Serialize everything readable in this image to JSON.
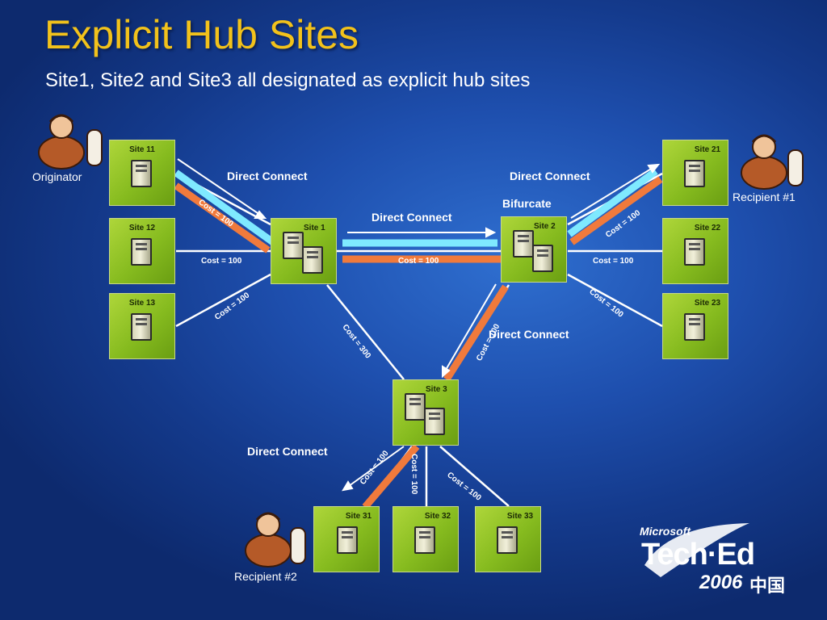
{
  "title": "Explicit Hub Sites",
  "subtitle": "Site1, Site2 and Site3 all designated as explicit hub sites",
  "sites": {
    "s11": "Site 11",
    "s12": "Site 12",
    "s13": "Site 13",
    "s1": "Site 1",
    "s2": "Site 2",
    "s3": "Site 3",
    "s21": "Site 21",
    "s22": "Site 22",
    "s23": "Site 23",
    "s31": "Site 31",
    "s32": "Site 32",
    "s33": "Site 33"
  },
  "people": {
    "originator": "Originator",
    "recipient1": "Recipient #1",
    "recipient2": "Recipient #2"
  },
  "labels": {
    "dc_left": "Direct Connect",
    "dc_right": "Direct Connect",
    "dc_center": "Direct Connect",
    "dc_s2s3": "Direct Connect",
    "dc_bottom": "Direct Connect",
    "bifurcate": "Bifurcate"
  },
  "costs": {
    "c11": "Cost = 100",
    "c12": "Cost = 100",
    "c13": "Cost = 100",
    "c12mid": "Cost = 100",
    "c21": "Cost = 100",
    "c22": "Cost = 100",
    "c23": "Cost = 100",
    "c13s3": "Cost = 300",
    "c23s3": "Cost = 100",
    "c31": "Cost = 100",
    "c32": "Cost = 100",
    "c33": "Cost = 100"
  },
  "logo": {
    "brand": "Microsoft",
    "name": "Tech·Ed",
    "year": "2006",
    "region": "中国"
  },
  "colors": {
    "title": "#f2c21b",
    "site": "#95c62a",
    "link": "#ffffff",
    "route_cyan": "#7fe9ff",
    "route_orange": "#f07a3c"
  }
}
